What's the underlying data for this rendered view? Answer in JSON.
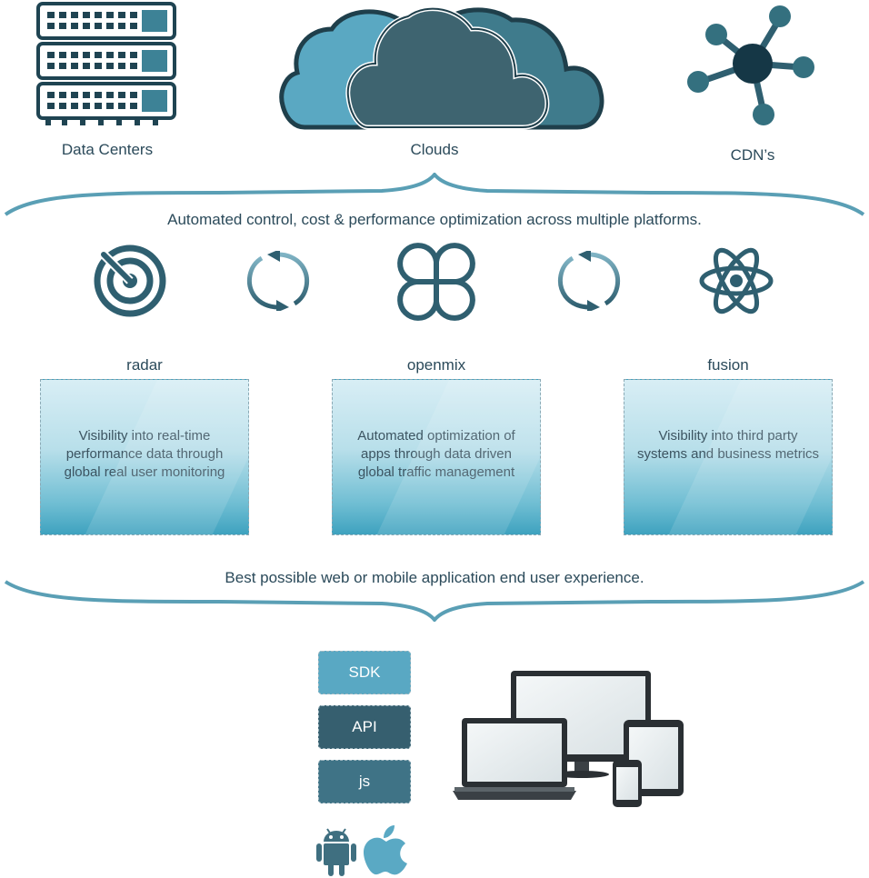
{
  "sources": {
    "data_centers": "Data Centers",
    "clouds": "Clouds",
    "cdns": "CDN’s"
  },
  "top_caption": "Automated control, cost & performance optimization across multiple platforms.",
  "products": [
    {
      "name": "radar",
      "description": "Visibility into real-time performance data through global real user monitoring"
    },
    {
      "name": "openmix",
      "description": "Automated optimization of apps through data driven global traffic management"
    },
    {
      "name": "fusion",
      "description": "Visibility into third party systems and business metrics"
    }
  ],
  "bottom_caption": "Best possible web or mobile application end user experience.",
  "integrations": [
    "SDK",
    "API",
    "js"
  ],
  "colors": {
    "dark_teal": "#2e5667",
    "mid_teal": "#3f7a8b",
    "light_teal": "#5aa9c4",
    "brace": "#5a9fb5"
  },
  "icons": [
    "server-rack-icon",
    "cloud-icon",
    "network-hub-icon",
    "radar-icon",
    "sync-arrows-icon",
    "clover-icon",
    "atom-icon",
    "devices-icon",
    "android-icon",
    "apple-icon"
  ]
}
